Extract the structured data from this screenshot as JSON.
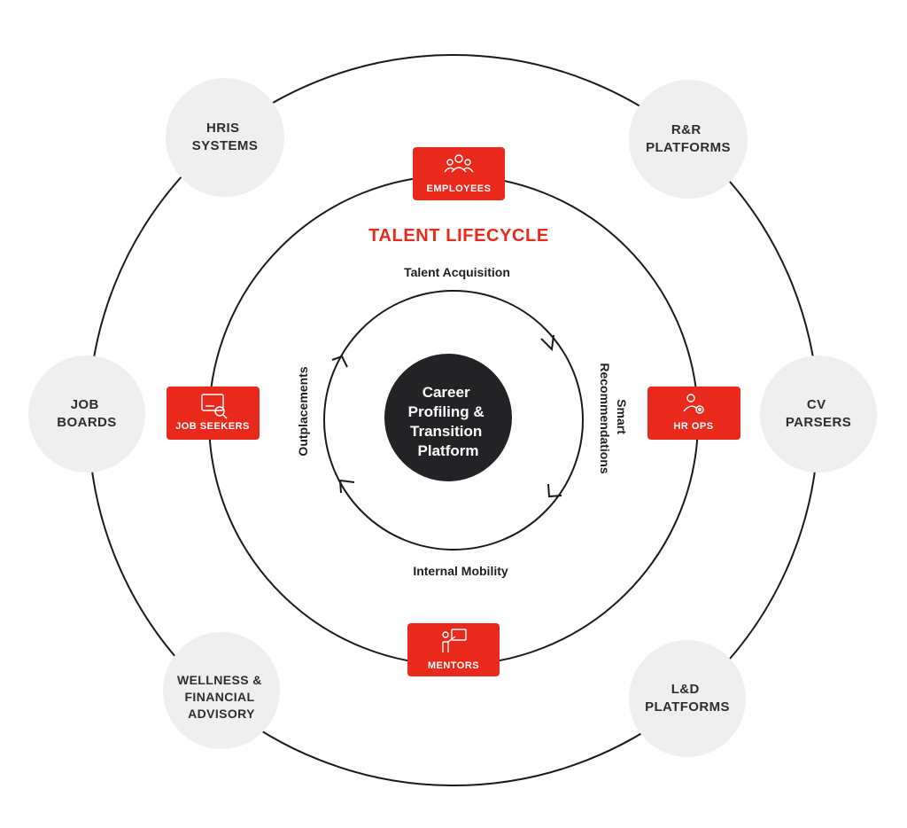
{
  "colors": {
    "accent": "#e8291c",
    "core": "#232326",
    "satellite": "#efefef",
    "line": "#1a1a1a",
    "text": "#2e2e2e"
  },
  "title": "TALENT LIFECYCLE",
  "core": {
    "lines": [
      "Career",
      "Profiling &",
      "Transition",
      "Platform"
    ]
  },
  "ring_labels": {
    "top": "Talent Acquisition",
    "bottom": "Internal Mobility",
    "left": "Outplacements",
    "right_1": "Smart",
    "right_2": "Recommendations"
  },
  "stakeholders": [
    {
      "label": "EMPLOYEES",
      "icon": "people-group-icon"
    },
    {
      "label": "JOB SEEKERS",
      "icon": "job-search-icon"
    },
    {
      "label": "HR OPS",
      "icon": "user-gear-icon"
    },
    {
      "label": "MENTORS",
      "icon": "presenter-icon"
    }
  ],
  "satellites": [
    {
      "lines": [
        "HRIS",
        "SYSTEMS"
      ]
    },
    {
      "lines": [
        "R&R",
        "PLATFORMS"
      ]
    },
    {
      "lines": [
        "JOB",
        "BOARDS"
      ]
    },
    {
      "lines": [
        "CV",
        "PARSERS"
      ]
    },
    {
      "lines": [
        "WELLNESS &",
        "FINANCIAL",
        "ADVISORY"
      ]
    },
    {
      "lines": [
        "L&D",
        "PLATFORMS"
      ]
    }
  ]
}
